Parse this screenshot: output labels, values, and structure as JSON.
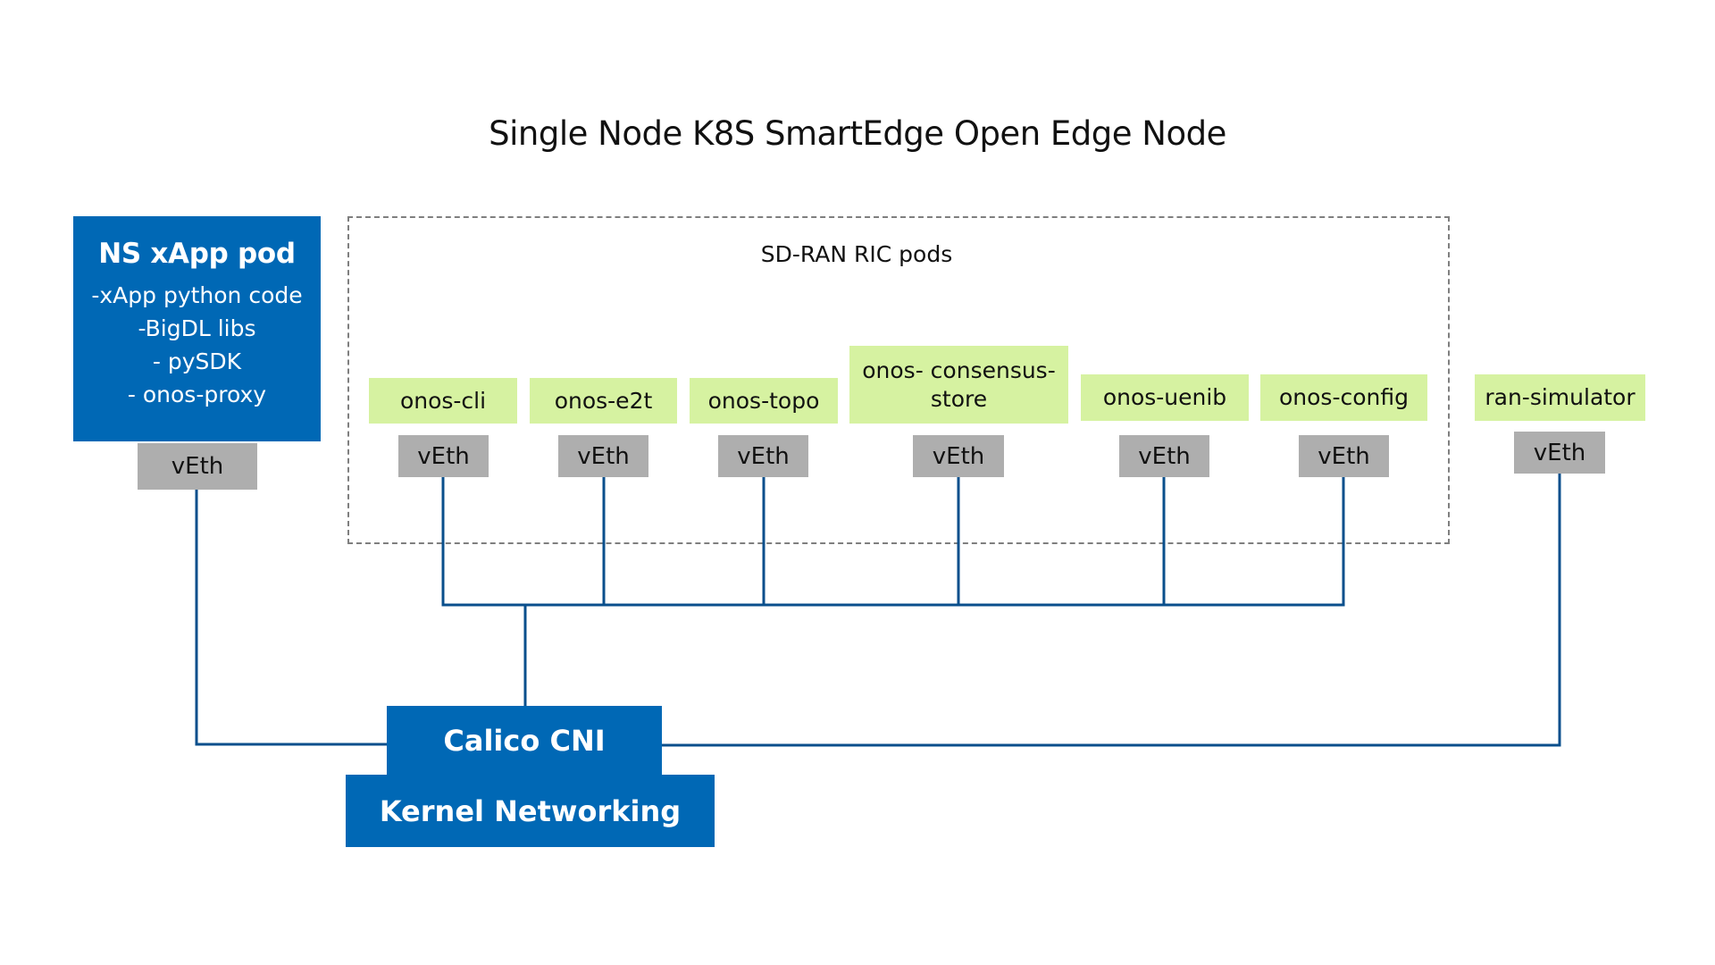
{
  "title": "Single Node K8S SmartEdge Open Edge Node",
  "ns_pod": {
    "title": "NS xApp pod",
    "lines": [
      "-xApp python code",
      "-BigDL libs",
      "- pySDK",
      "- onos-proxy"
    ],
    "veth": "vEth"
  },
  "ric_group": {
    "label": "SD-RAN RIC pods",
    "pods": [
      {
        "name": "onos-cli",
        "veth": "vEth"
      },
      {
        "name": "onos-e2t",
        "veth": "vEth"
      },
      {
        "name": "onos-topo",
        "veth": "vEth"
      },
      {
        "name": "onos- consensus-store",
        "veth": "vEth"
      },
      {
        "name": "onos-uenib",
        "veth": "vEth"
      },
      {
        "name": "onos-config",
        "veth": "vEth"
      }
    ]
  },
  "ran_simulator": {
    "name": "ran-simulator",
    "veth": "vEth"
  },
  "calico": "Calico CNI",
  "kernel": "Kernel Networking",
  "colors": {
    "blue_box": "#0068b5",
    "pod_green": "#d6f2a1",
    "veth_gray": "#aeaeae",
    "wire": "#0a4f8c",
    "dashed_border": "#7f7f7f"
  }
}
